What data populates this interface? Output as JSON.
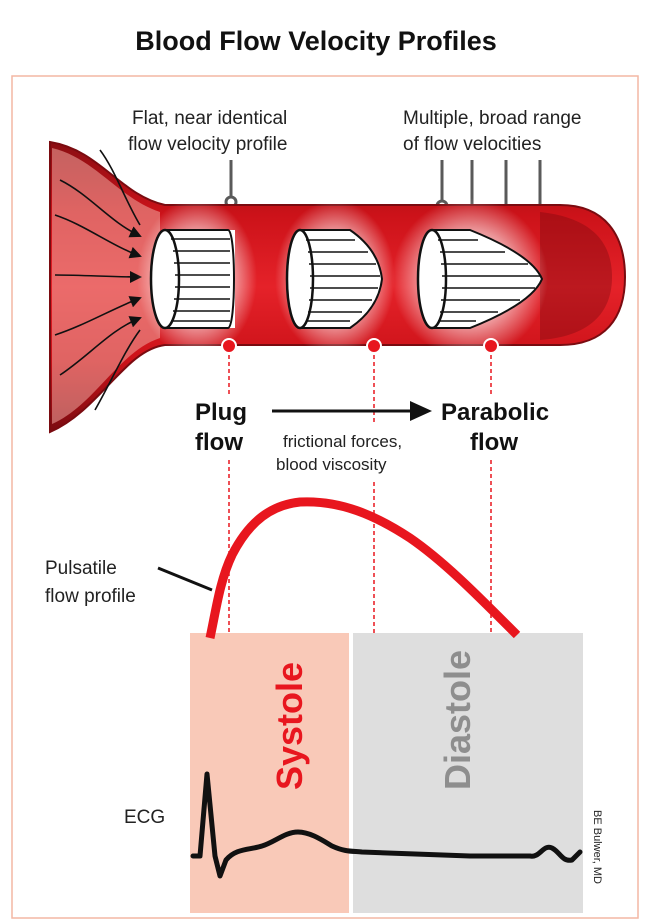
{
  "title": "Blood Flow Velocity Profiles",
  "annotations": {
    "flat_line1": "Flat, near identical",
    "flat_line2": "flow velocity profile",
    "multiple_line1": "Multiple, broad range",
    "multiple_line2": "of flow velocities",
    "forces_line1": "frictional forces,",
    "forces_line2": "blood viscosity",
    "pulsatile_line1": "Pulsatile",
    "pulsatile_line2": "flow profile"
  },
  "labels": {
    "plug_line1": "Plug",
    "plug_line2": "flow",
    "parabolic_line1": "Parabolic",
    "parabolic_line2": "flow",
    "systole": "Systole",
    "diastole": "Diastole",
    "ecg": "ECG",
    "credit": "BE Bulwer, MD"
  },
  "colors": {
    "vessel_red": "#d7141e",
    "vessel_dark": "#8a0d12",
    "curve_red": "#e8161e",
    "systole_fill": "#f9c9b8",
    "diastole_fill": "#dedede",
    "systole_text": "#e8161e",
    "diastole_text": "#8e8e8e",
    "frame_border": "#f3b7a4"
  }
}
